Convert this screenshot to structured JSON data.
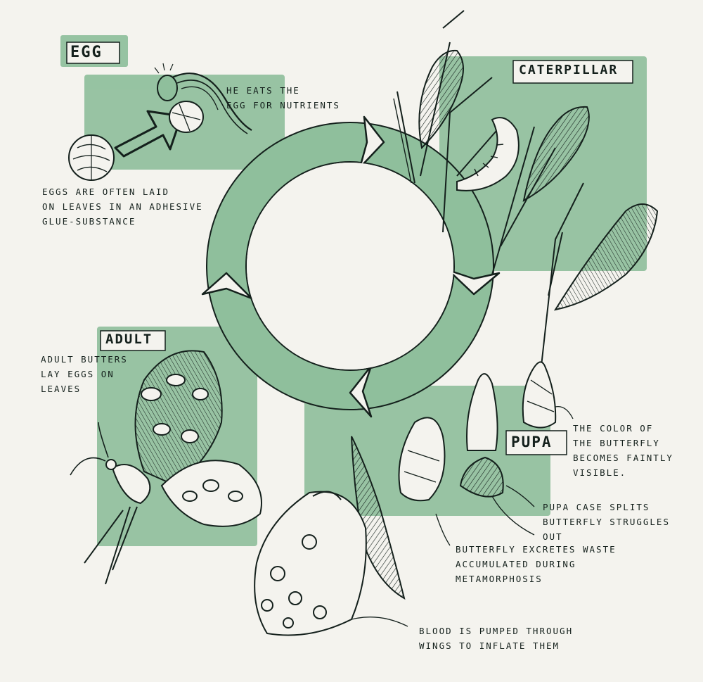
{
  "stages": {
    "egg": "EGG",
    "caterpillar": "CATERPILLAR",
    "adult": "ADULT",
    "pupa": "PUPA"
  },
  "notes": {
    "egg_eaten": [
      "HE EATS THE",
      "EGG FOR NUTRIENTS"
    ],
    "eggs_laid": [
      "EGGS ARE OFTEN LAID",
      "ON LEAVES IN AN ADHESIVE",
      "GLUE-SUBSTANCE"
    ],
    "adult_lays": [
      "ADULT BUTTERS",
      "LAY EGGS ON",
      "LEAVES"
    ],
    "color_visible": [
      "THE COLOR OF",
      "THE BUTTERFLY",
      "BECOMES FAINTLY",
      "VISIBLE."
    ],
    "case_splits": [
      "PUPA CASE SPLITS",
      "BUTTERFLY STRUGGLES",
      "OUT"
    ],
    "excretes": [
      "BUTTERFLY EXCRETES WASTE",
      "ACCUMULATED DURING",
      "METAMORPHOSIS"
    ],
    "blood": [
      "BLOOD IS PUMPED THROUGH",
      "WINGS TO INFLATE THEM"
    ]
  },
  "colors": {
    "paper": "#f4f3ee",
    "marker_green": "#8fbf9c",
    "ink": "#14201c"
  },
  "icons": [
    "egg-icon",
    "hatching-caterpillar-icon",
    "caterpillar-icon",
    "chrysalis-icon",
    "butterfly-icon",
    "emerging-butterfly-icon",
    "branch-icon"
  ]
}
